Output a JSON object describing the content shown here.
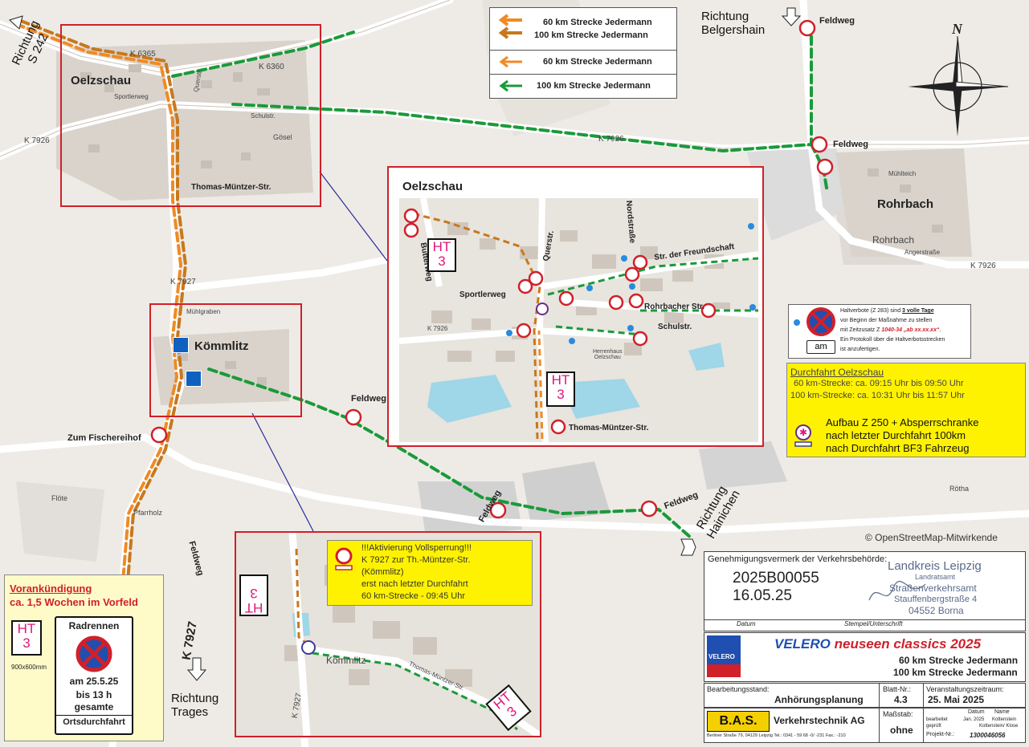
{
  "legend": {
    "items": [
      {
        "label": "60 km Strecke Jedermann",
        "color": "#f08a24",
        "kind": "double"
      },
      {
        "label": "100 km Strecke Jedermann",
        "color": "#c8781c",
        "kind": "double"
      },
      {
        "label": "60 km Strecke Jedermann",
        "color": "#f08a24",
        "kind": "single"
      },
      {
        "label": "100 km Strecke Jedermann",
        "color": "#1a9a3a",
        "kind": "single"
      }
    ]
  },
  "compass": {
    "north": "N"
  },
  "places": {
    "oelzschau": "Oelzschau",
    "koemmlitz": "Kömmlitz",
    "rohrbach": "Rohrbach",
    "rohrbach_small": "Rohrbach"
  },
  "directions": {
    "s242": "Richtung\nS 242",
    "belgershain": "Richtung\nBelgershain",
    "hainichen": "Richtung\nHainichen",
    "trages": "Richtung\nTrages"
  },
  "streets": {
    "thomas_muentzer": "Thomas-Müntzer-Str.",
    "k7926_a": "K 7926",
    "k7926_b": "K 7926",
    "k7926_c": "K 7926",
    "k7927_a": "K 7927",
    "k7927_big": "K 7927",
    "k6365": "K 6365",
    "k6360": "K 6360",
    "feldweg_1": "Feldweg",
    "feldweg_2": "Feldweg",
    "feldweg_3": "Feldweg",
    "feldweg_4": "Feldweg",
    "feldweg_5": "Feldweg",
    "feldweg_6": "Feldweg",
    "zum_fischereihof": "Zum Fischereihof",
    "sportlerweg_map": "Sportlerweg",
    "querstr_map": "Querstr.",
    "schulstr_map": "Schulstr.",
    "goesel": "Gösel",
    "muehlteich": "Mühlteich",
    "anger": "Angerstraße",
    "floete": "Flöte",
    "roetha": "Rötha",
    "pfarrholz": "Pfarrholz",
    "muehlgraben": "Mühlgraben"
  },
  "inset_oelzschau": {
    "title": "Oelzschau",
    "streets": {
      "butterweg": "Butterweg",
      "querstr": "Querstr.",
      "nordstrasse": "Nordstraße",
      "freundschaft": "Str. der Freundschaft",
      "sportlerweg": "Sportlerweg",
      "rohrbacher": "Rohrbacher Str.",
      "schulstr": "Schulstr.",
      "thomas": "Thomas-Müntzer-Str.",
      "k7926": "K 7926",
      "herrenhaus": "Herrenhaus\nOelzschau"
    },
    "ht_a": "HT\n3",
    "ht_b": "HT\n3"
  },
  "inset_koemmlitz": {
    "ht": "HT\n3",
    "ht_flipped": "HT\n3",
    "k7927": "K 7927",
    "place": "Kömmlitz",
    "thomas": "Thomas-Müntzer-Str."
  },
  "notice_vollsperrung": {
    "lines": [
      "!!!Aktivierung Vollsperrung!!!",
      "K 7927 zur Th.-Müntzer-Str.",
      "(Kömmlitz)",
      "erst nach letzter Durchfahrt",
      "60 km-Strecke - 09:45 Uhr"
    ]
  },
  "haltverbot_info": {
    "line1_a": "Haltverbote (Z 283) sind ",
    "line1_b": "3 volle Tage",
    "line2": "vor Beginn der Maßnahme zu stellen",
    "line3_a": "mit Zeitzusatz Z ",
    "line3_b": "1040-34 „ab xx.xx.xx“",
    "line3_c": ".",
    "line4": "Ein Protokoll über die Haltverbotsstrecken",
    "line5": "ist anzufertigen.",
    "am": "am"
  },
  "durchfahrt": {
    "title": "Durchfahrt Oelzschau",
    "line1": "60 km-Strecke: ca. 09:15 Uhr bis 09:50 Uhr",
    "line2": "100 km-Strecke: ca. 10:31 Uhr bis 11:57 Uhr",
    "aufbau1": "Aufbau Z 250 + Absperrschranke",
    "aufbau2": "nach letzter Durchfahrt 100km",
    "aufbau3": "nach Durchfahrt BF3 Fahrzeug"
  },
  "osm_credit": "© OpenStreetMap-Mitwirkende",
  "vorankuendigung": {
    "title": "Vorankündigung",
    "subtitle": "ca. 1,5 Wochen im Vorfeld",
    "ht": "HT\n3",
    "ht_size": "900x600mm",
    "sign_title": "Radrennen",
    "sign_line1": "am 25.5.25",
    "sign_line2": "bis 13 h",
    "sign_line3": "gesamte",
    "sign_line4": "Ortsdurchfahrt"
  },
  "titleblock": {
    "genehmigung": "Genehmigungsvermerk der Verkehrsbehörde:",
    "number": "2025B00055",
    "date": "16.05.25",
    "stamp1": "Landkreis Leipzig",
    "stamp2": "Landratsamt",
    "stamp3": "Straßenverkehrsamt",
    "stamp4": "Stauffenbergstraße 4",
    "stamp5": "04552 Borna",
    "datum": "Datum",
    "stempel": "Stempel/Unterschrift",
    "event_a": "VELERO",
    "event_b": " neuseen classics 2025",
    "strecke1": "60 km Strecke Jedermann",
    "strecke2": "100 km Strecke Jedermann",
    "logo_text": "VELERO",
    "bearbeitungsstand_label": "Bearbeitungsstand:",
    "bearbeitungsstand": "Anhörungsplanung",
    "blatt_label": "Blatt-Nr.:",
    "blatt": "4.3",
    "zeitraum_label": "Veranstaltungszeitraum:",
    "zeitraum": "25. Mai 2025",
    "company_logo": "B.A.S.",
    "company": "Verkehrstechnik AG",
    "address": "Berliner Straße 79, 04129 Leipzig    Tel.: 0341 - 59 68 -0/ -231 Fax.: -210",
    "massstab_label": "Maßstab:",
    "massstab": "ohne",
    "col_datum": "Datum",
    "col_name": "Name",
    "bearbeitet": "bearbeitet",
    "bearbeitet_datum": "Jan. 2025",
    "bearbeitet_name": "Kottenstein",
    "geprueft": "geprüft",
    "geprueft_name": "Kottenstein/ Klose",
    "projekt_label": "Projekt-Nr.:",
    "projekt": "1300046056"
  },
  "colors": {
    "route_orange": "#f08a24",
    "route_brown": "#c8781c",
    "route_green": "#1a9a3a",
    "frame_red": "#d0202a",
    "notice_yellow": "#fff200",
    "ht_magenta": "#e0157a"
  }
}
